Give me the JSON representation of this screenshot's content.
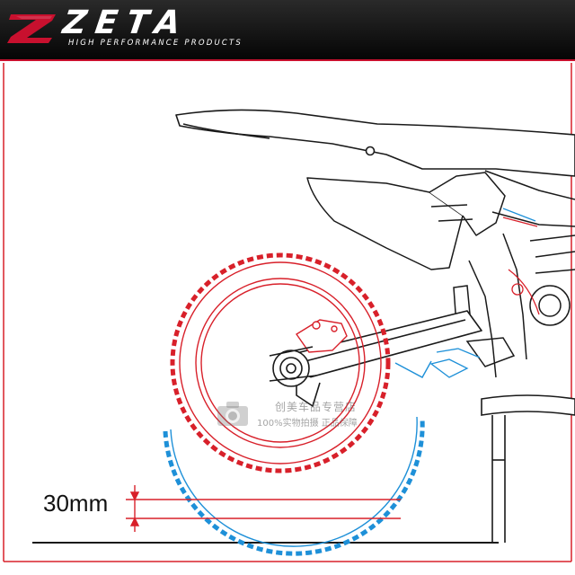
{
  "header": {
    "brand": "ZETA",
    "tagline": "HIGH PERFORMANCE PRODUCTS"
  },
  "diagram": {
    "dimension_label": "30mm",
    "raised_outline_color": "#d8202a",
    "lowered_outline_color": "#1e90d8",
    "line_color": "#1a1a1a"
  },
  "watermark": {
    "line1": "创美车品专营店",
    "line2": "100%实物拍摄 正品保障",
    "icon": "camera-icon"
  }
}
